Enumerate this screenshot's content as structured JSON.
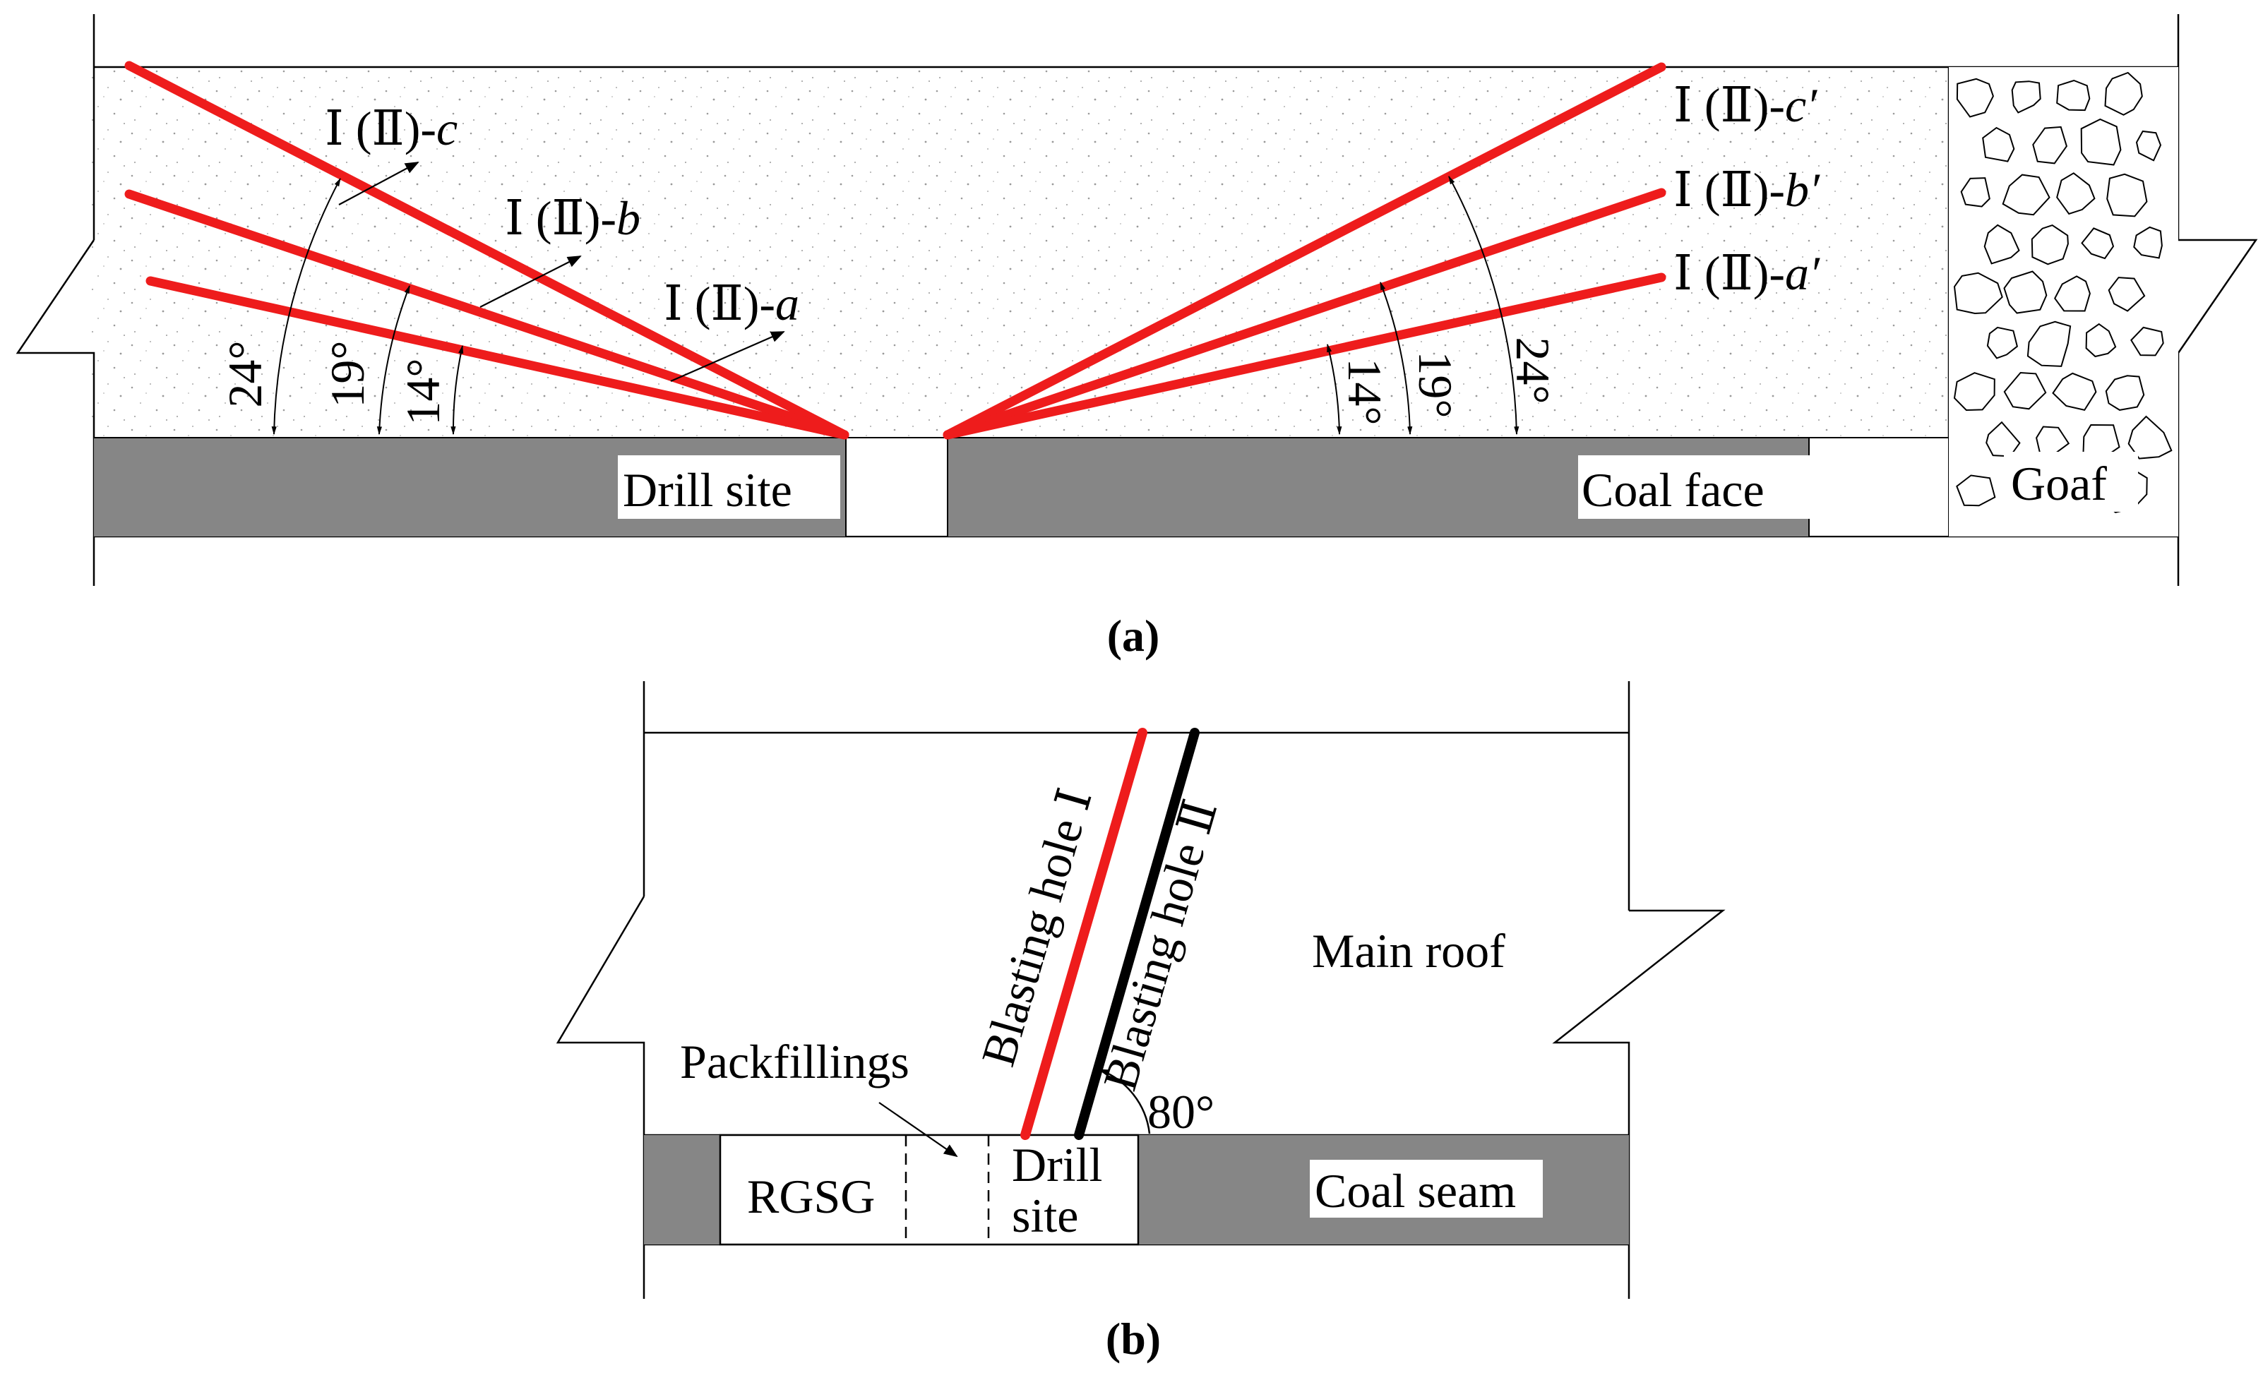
{
  "panel_a": {
    "caption_open": "(",
    "caption_letter": "a",
    "caption_close": ")",
    "left_holes": [
      {
        "prefix": "Ⅰ (Ⅱ)-",
        "suffix": "c"
      },
      {
        "prefix": "Ⅰ (Ⅱ)-",
        "suffix": "b"
      },
      {
        "prefix": "Ⅰ (Ⅱ)-",
        "suffix": "a"
      }
    ],
    "right_holes": [
      {
        "prefix": "Ⅰ (Ⅱ)-",
        "suffix": "c′"
      },
      {
        "prefix": "Ⅰ (Ⅱ)-",
        "suffix": "b′"
      },
      {
        "prefix": "Ⅰ (Ⅱ)-",
        "suffix": "a′"
      }
    ],
    "angles_left": [
      "24°",
      "19°",
      "14°"
    ],
    "angles_right": [
      "14°",
      "19°",
      "24°"
    ],
    "drill_site": "Drill site",
    "coal_face": "Coal face",
    "goaf": "Goaf"
  },
  "panel_b": {
    "caption_open": "(",
    "caption_letter": "b",
    "caption_close": ")",
    "hole_1": "Blasting hole Ⅰ",
    "hole_2": "Blasting hole Ⅱ",
    "angle": "80°",
    "main_roof": "Main roof",
    "packfillings": "Packfillings",
    "rgsg": "RGSG",
    "drill_site_line1": "Drill",
    "drill_site_line2": "site",
    "coal_seam": "Coal seam"
  },
  "colors": {
    "hole_red": "#ee1c1c",
    "hole_black": "#000000",
    "coal_gray": "#868686",
    "line": "#000000"
  }
}
